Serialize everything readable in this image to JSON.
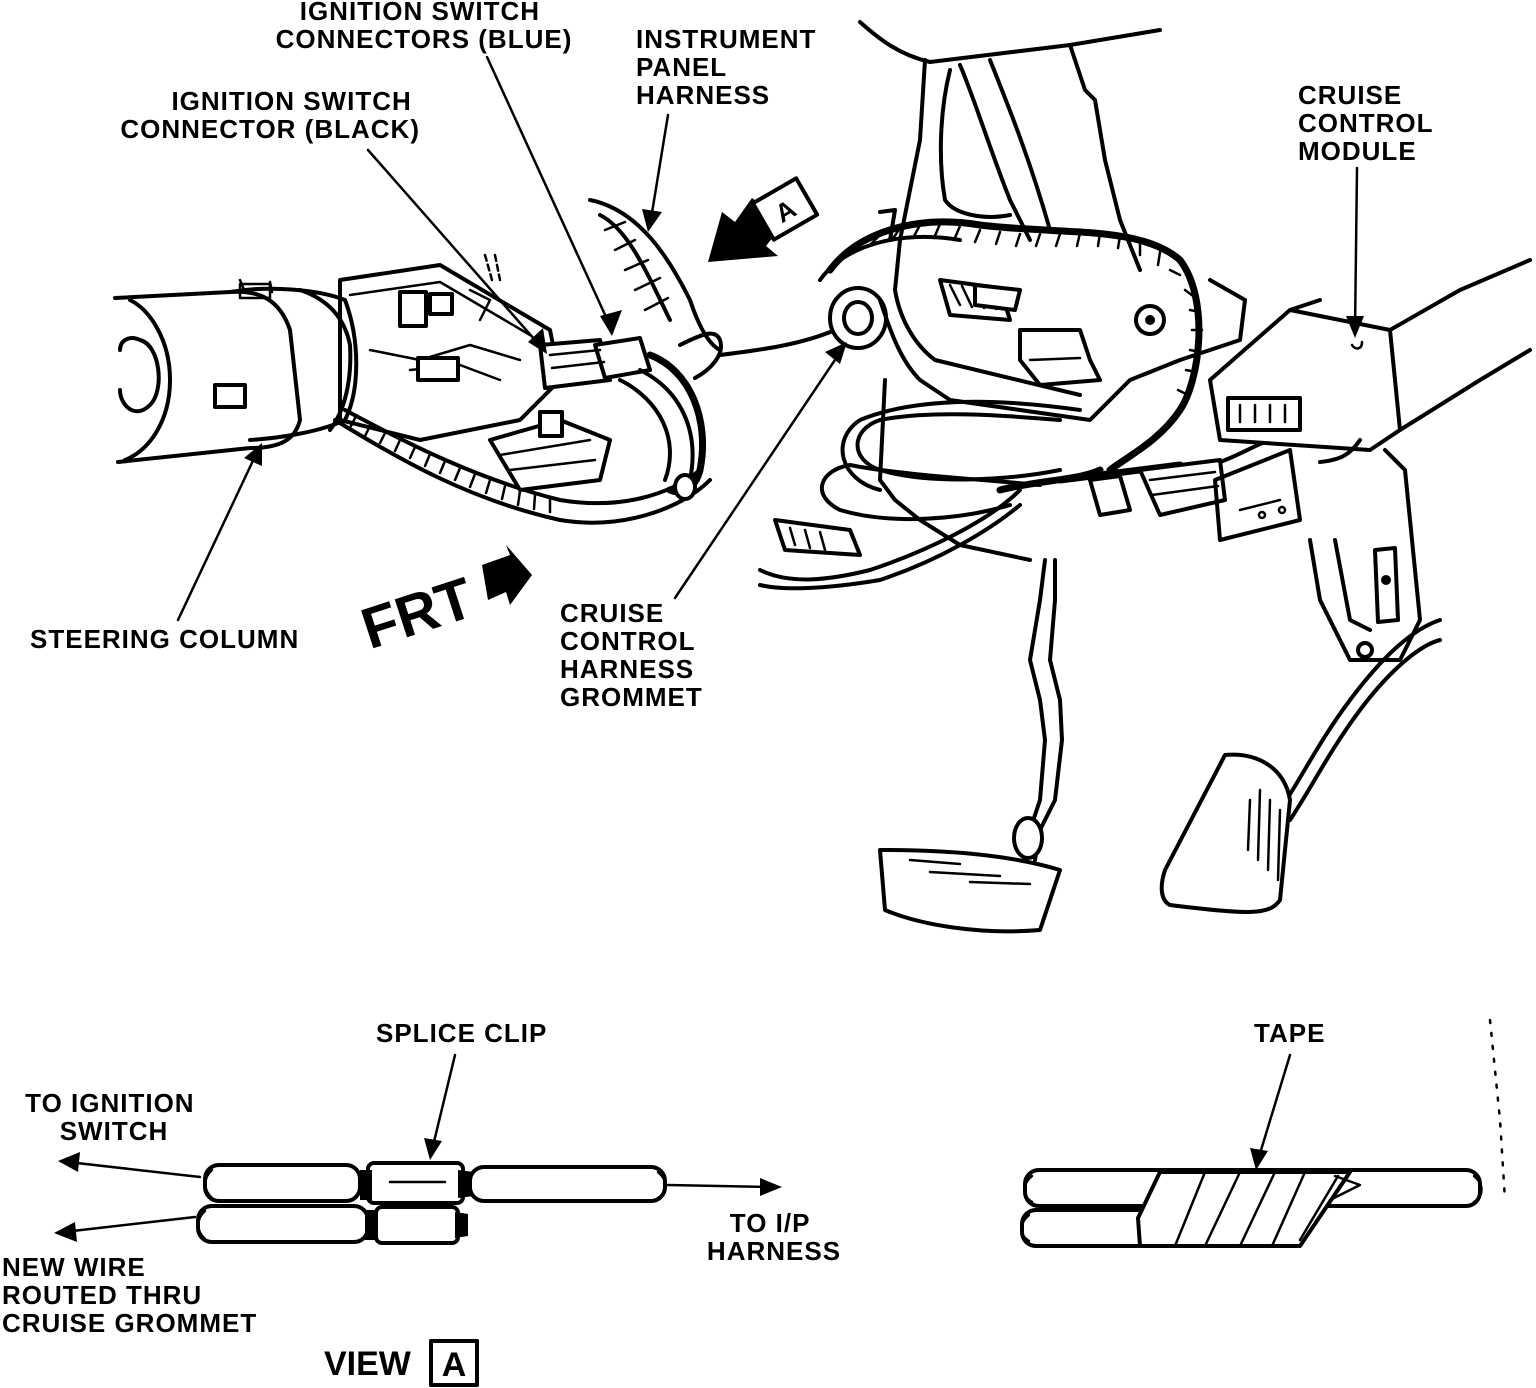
{
  "labels": {
    "ignition_switch_connectors_blue": [
      "IGNITION SWITCH",
      "CONNECTORS (BLUE)"
    ],
    "ignition_switch_connector_black": [
      "IGNITION SWITCH",
      "CONNECTOR (BLACK)"
    ],
    "instrument_panel_harness": [
      "INSTRUMENT",
      "PANEL",
      "HARNESS"
    ],
    "cruise_control_module": [
      "CRUISE",
      "CONTROL",
      "MODULE"
    ],
    "steering_column": "STEERING COLUMN",
    "frt": "FRT",
    "cruise_control_harness_grommet": [
      "CRUISE",
      "CONTROL",
      "HARNESS",
      "GROMMET"
    ],
    "view_a_callout": "A",
    "splice_clip": "SPLICE CLIP",
    "to_ignition_switch": [
      "TO IGNITION",
      "SWITCH"
    ],
    "new_wire_routed": [
      "NEW WIRE",
      "ROUTED THRU",
      "CRUISE GROMMET"
    ],
    "to_ip_harness": [
      "TO I/P",
      "HARNESS"
    ],
    "tape": "TAPE",
    "view_label": "VIEW",
    "view_letter": "A"
  }
}
